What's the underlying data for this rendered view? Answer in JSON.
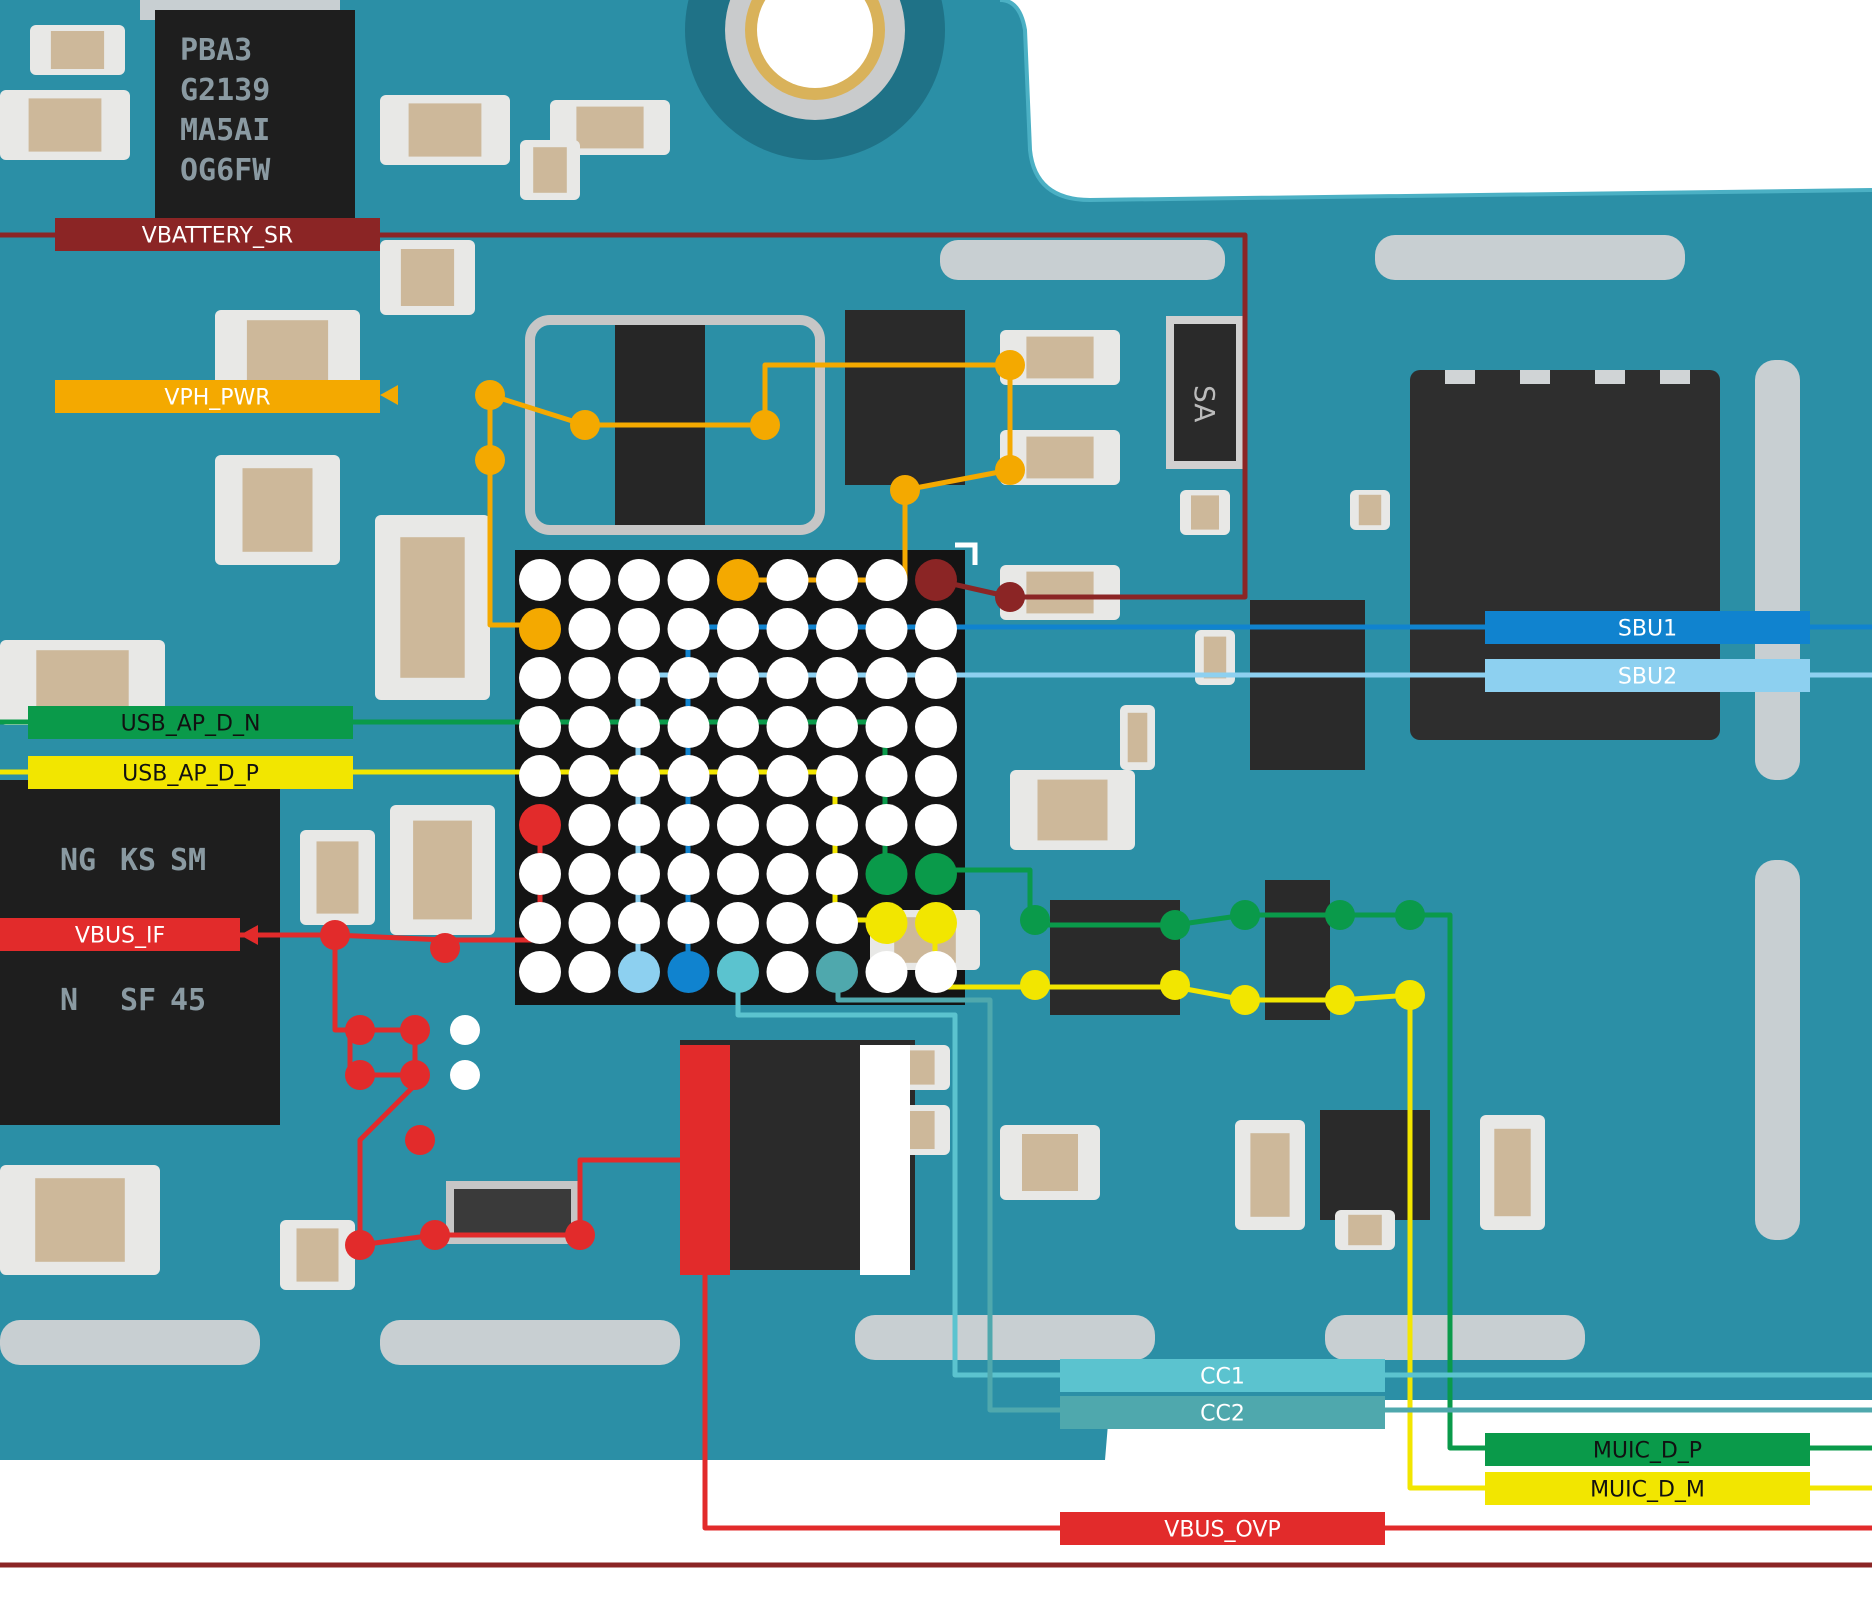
{
  "chip_marking": [
    "PBA3",
    "G2139",
    "MA5AI",
    "OG6FW"
  ],
  "side_chip_marking": [
    "SM",
    "KS",
    "NG",
    "45",
    "SF",
    "N"
  ],
  "small_marking": "SA",
  "nets": {
    "vbattery_sr": {
      "label": "VBATTERY_SR",
      "color": "#8b2525"
    },
    "vph_pwr": {
      "label": "VPH_PWR",
      "color": "#f4a900"
    },
    "usb_ap_d_n": {
      "label": "USB_AP_D_N",
      "color": "#0a9a4a"
    },
    "usb_ap_d_p": {
      "label": "USB_AP_D_P",
      "color": "#f2e600"
    },
    "vbus_if": {
      "label": "VBUS_IF",
      "color": "#e22b2b"
    },
    "sbu1": {
      "label": "SBU1",
      "color": "#1083cf"
    },
    "sbu2": {
      "label": "SBU2",
      "color": "#8dd0f0"
    },
    "cc1": {
      "label": "CC1",
      "color": "#5bc3cf"
    },
    "cc2": {
      "label": "CC2",
      "color": "#4fa8ad"
    },
    "muic_d_p": {
      "label": "MUIC_D_P",
      "color": "#0a9a4a"
    },
    "muic_d_m": {
      "label": "MUIC_D_M",
      "color": "#f2e600"
    },
    "vbus_ovp": {
      "label": "VBUS_OVP",
      "color": "#e22b2b"
    }
  },
  "board": {
    "pcb_color": "#2b8fa6",
    "pcb_dark": "#1f7287",
    "background": "#ffffff"
  }
}
